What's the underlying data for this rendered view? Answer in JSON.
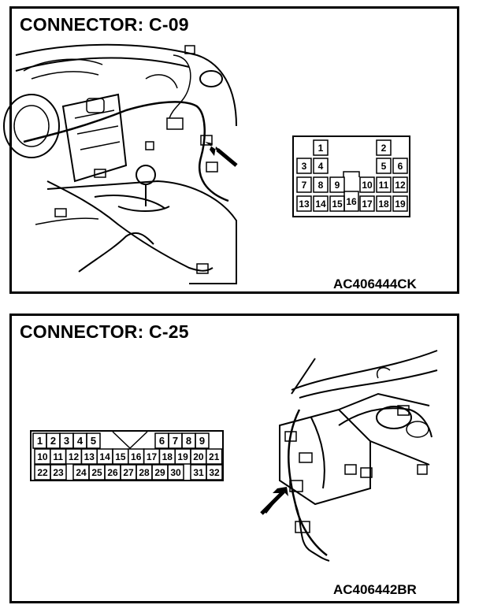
{
  "panels": [
    {
      "title": "CONNECTOR: C-09",
      "code": "AC406444CK",
      "pins": [
        "1",
        "2",
        "3",
        "4",
        "5",
        "6",
        "7",
        "8",
        "9",
        "10",
        "11",
        "12",
        "13",
        "14",
        "15",
        "16",
        "17",
        "18",
        "19"
      ]
    },
    {
      "title": "CONNECTOR: C-25",
      "code": "AC406442BR",
      "pins": [
        "1",
        "2",
        "3",
        "4",
        "5",
        "6",
        "7",
        "8",
        "9",
        "10",
        "11",
        "12",
        "13",
        "14",
        "15",
        "16",
        "17",
        "18",
        "19",
        "20",
        "21",
        "22",
        "23",
        "24",
        "25",
        "26",
        "27",
        "28",
        "29",
        "30",
        "31",
        "32"
      ]
    }
  ],
  "colors": {
    "line": "#000000",
    "background": "#ffffff"
  },
  "icons": [
    "arrow-icon"
  ]
}
